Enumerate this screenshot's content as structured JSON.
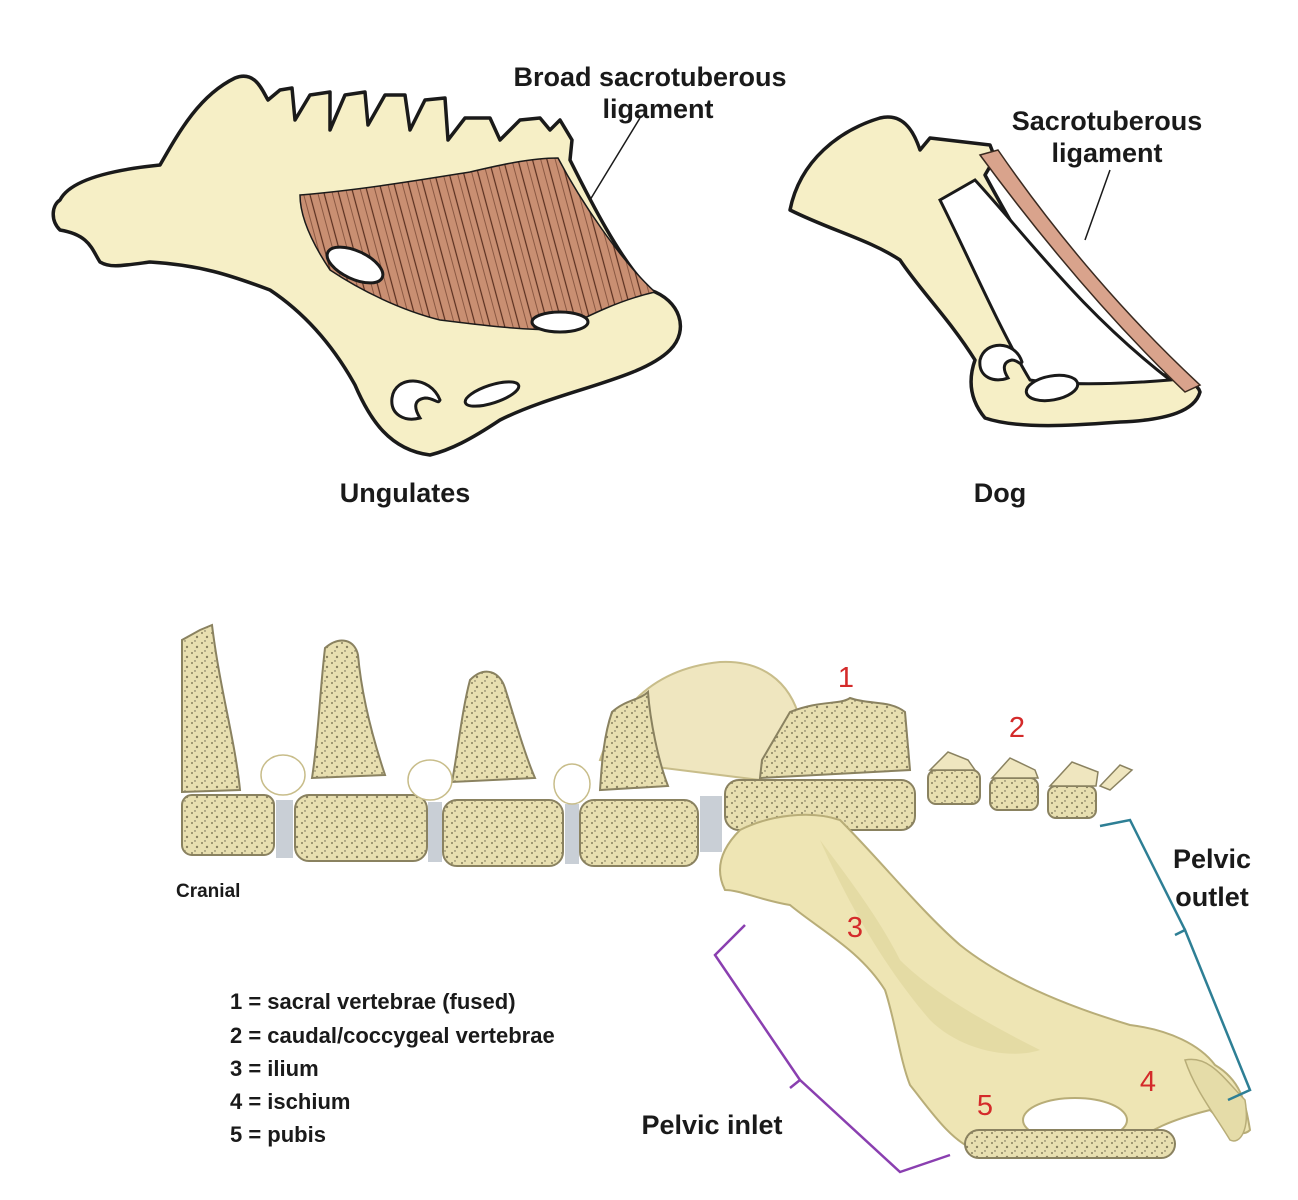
{
  "top_panels": {
    "ungulates": {
      "caption": "Ungulates",
      "ligament_label_line1": "Broad sacrotuberous",
      "ligament_label_line2": "ligament"
    },
    "dog": {
      "caption": "Dog",
      "ligament_label_line1": "Sacrotuberous",
      "ligament_label_line2": "ligament"
    }
  },
  "bottom_panel": {
    "direction_label": "Cranial",
    "markers": [
      "1",
      "2",
      "3",
      "4",
      "5"
    ],
    "pelvic_outlet_line1": "Pelvic",
    "pelvic_outlet_line2": "outlet",
    "pelvic_inlet": "Pelvic inlet",
    "legend": [
      "1 = sacral vertebrae (fused)",
      "2 = caudal/coccygeal  vertebrae",
      "3 = ilium",
      "4 = ischium",
      "5 = pubis"
    ]
  },
  "colors": {
    "bone": "#f6efc6",
    "bone_shade": "#ddd49a",
    "ligament": "#c98f72",
    "outline": "#1a1a1a",
    "marker": "#d42a2a",
    "inlet_bracket": "#8a3fb0",
    "outlet_bracket": "#2e7f95",
    "disc": "#c9cfd6"
  }
}
